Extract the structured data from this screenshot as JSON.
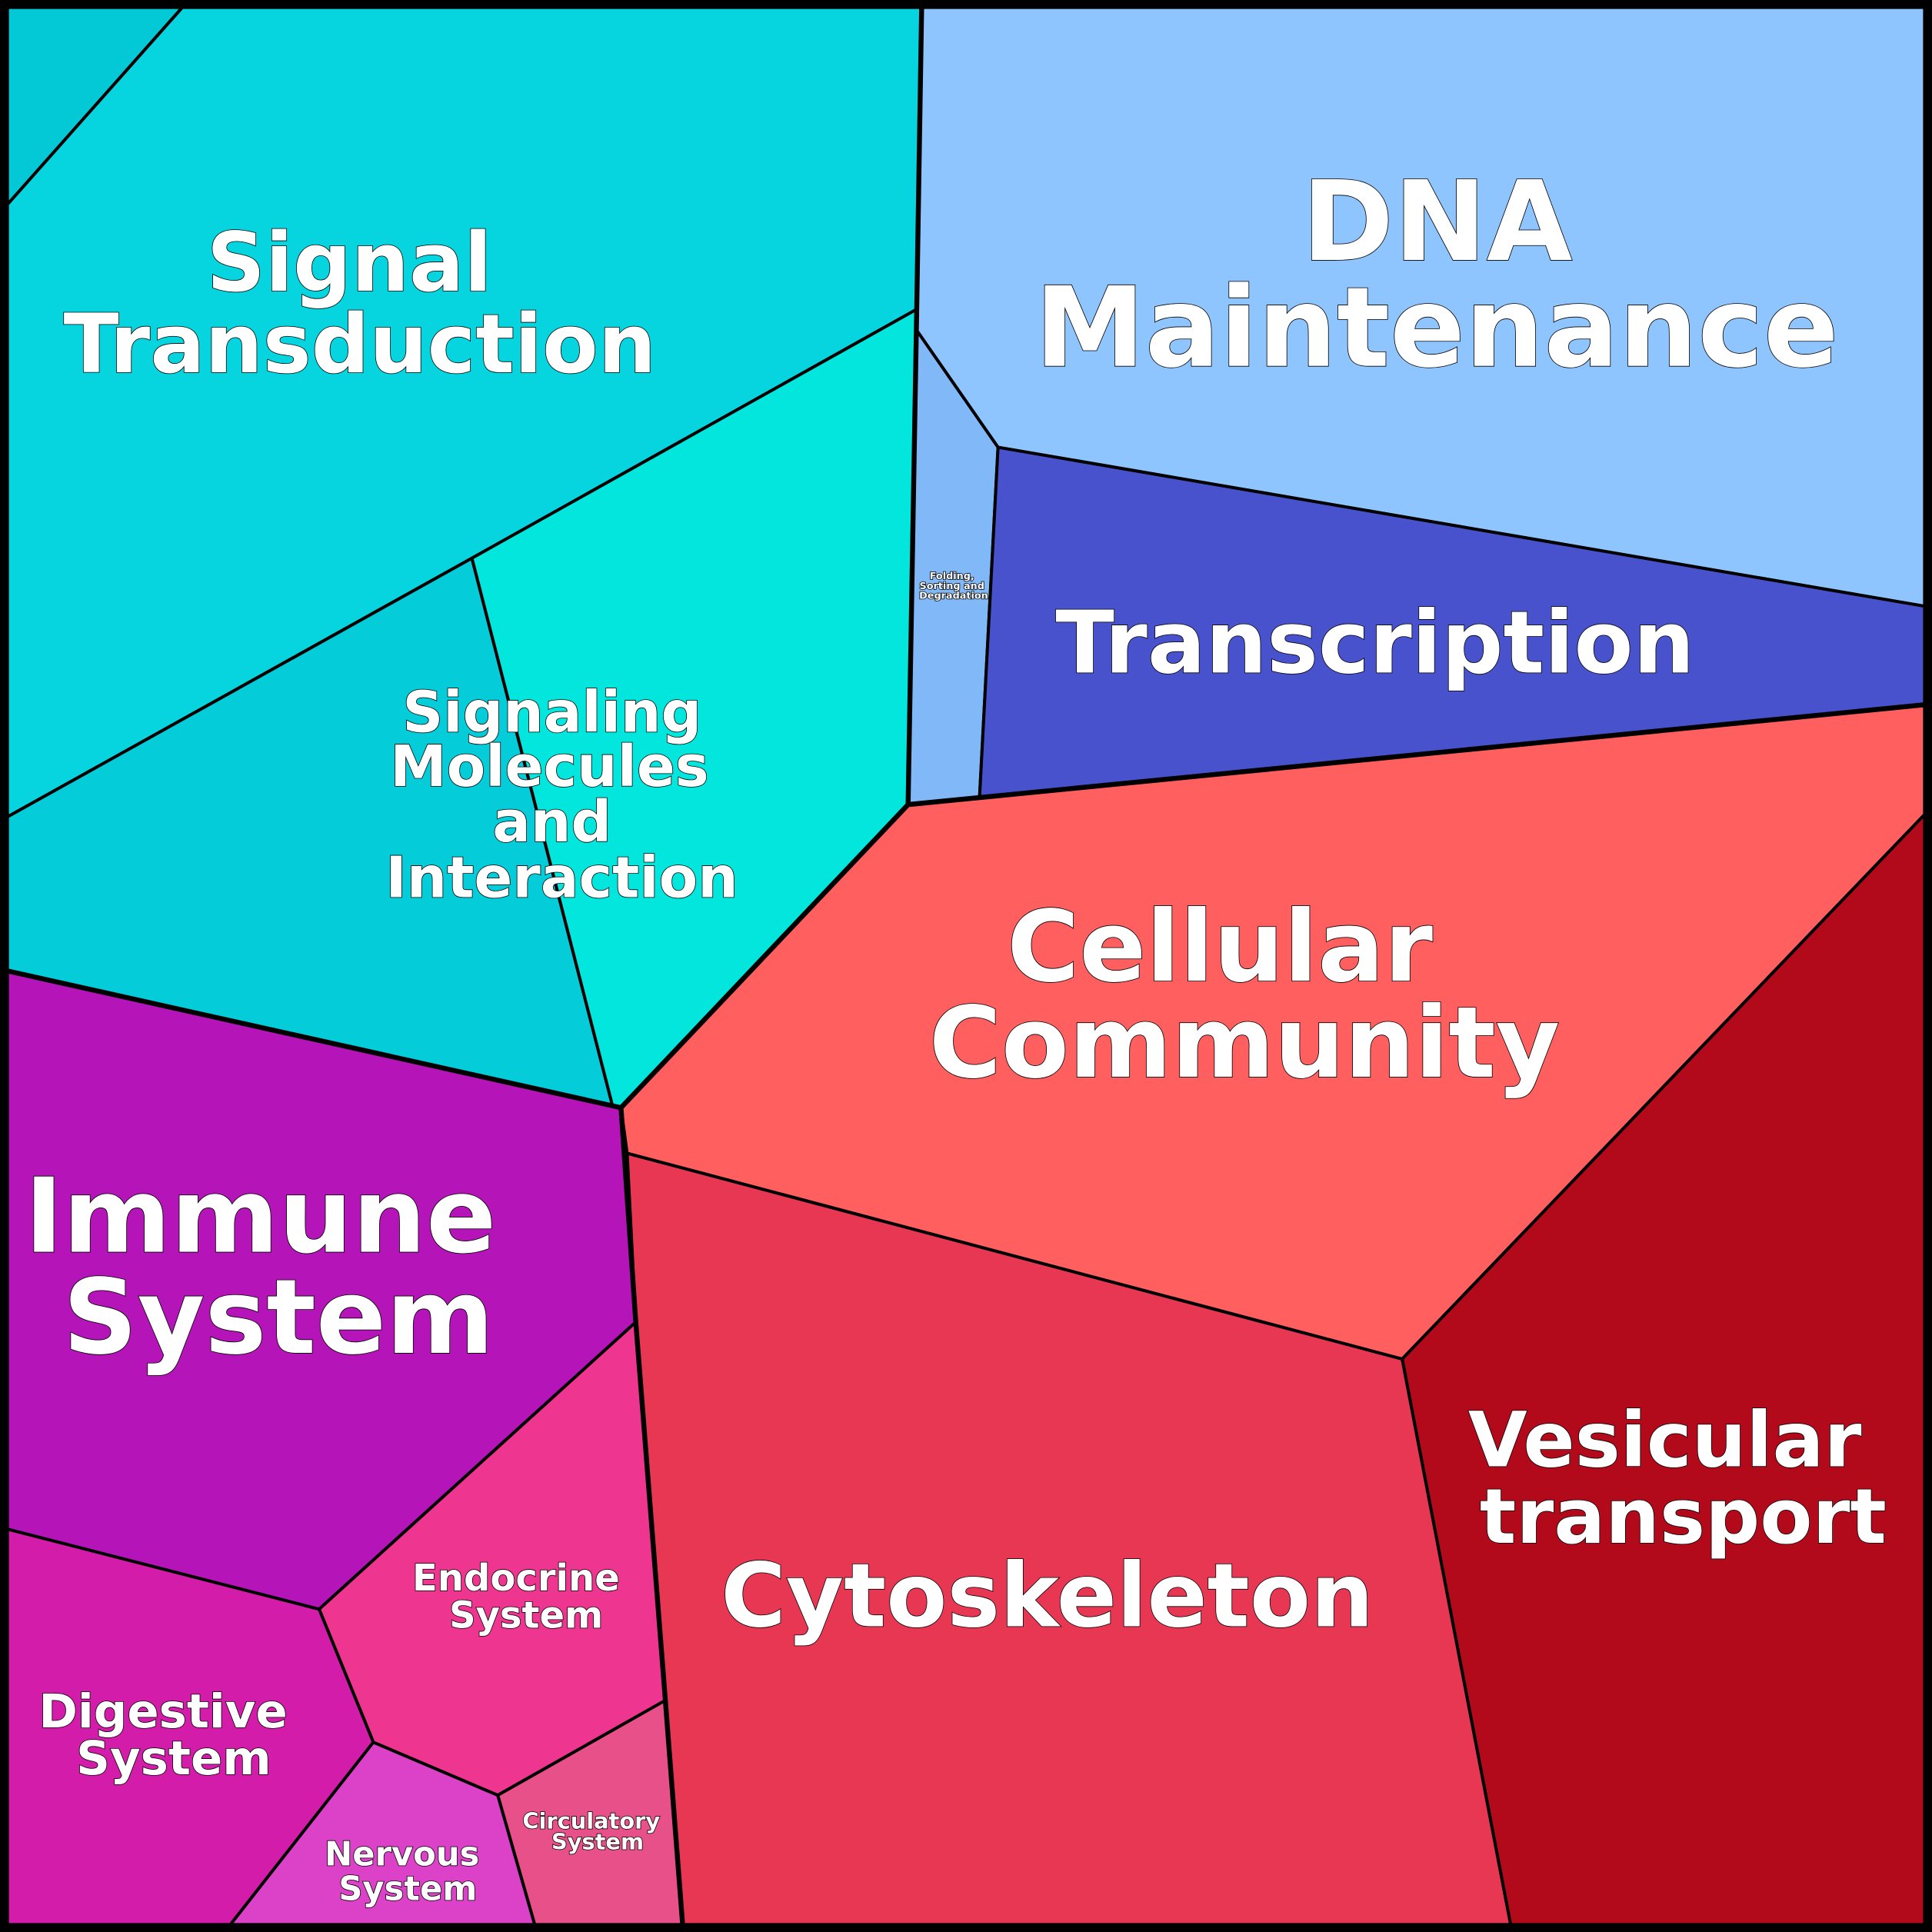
{
  "title": "Pathway Voronoi treemap",
  "cells": {
    "corner": {
      "color": "#03c8d6"
    },
    "signal_transduction": {
      "lines": [
        "Signal",
        "Transduction"
      ],
      "color": "#06d5e0"
    },
    "signaling_left": {
      "color": "#04ccd9"
    },
    "signaling_right": {
      "color": "#02e6de"
    },
    "signaling_molecules": {
      "lines": [
        "Signaling",
        "Molecules",
        "and",
        "Interaction"
      ]
    },
    "folding": {
      "lines": [
        "Folding,",
        "Sorting and",
        "Degradation"
      ],
      "color": "#80b8f8"
    },
    "dna_maintenance": {
      "lines": [
        "DNA",
        "Maintenance"
      ],
      "color": "#8fc5ff"
    },
    "transcription": {
      "lines": [
        "Transcription"
      ],
      "color": "#4752cc"
    },
    "cellular_community": {
      "lines": [
        "Cellular",
        "Community"
      ],
      "color": "#ff5f5f"
    },
    "vesicular_transport": {
      "lines": [
        "Vesicular",
        "transport"
      ],
      "color": "#b20a1a"
    },
    "cytoskeleton": {
      "lines": [
        "Cytoskeleton"
      ],
      "color": "#e83752"
    },
    "immune_system": {
      "lines": [
        "Immune",
        "System"
      ],
      "color": "#b414b8"
    },
    "endocrine_system": {
      "lines": [
        "Endocrine",
        "System"
      ],
      "color": "#ee3590"
    },
    "digestive_system": {
      "lines": [
        "Digestive",
        "System"
      ],
      "color": "#d41caa"
    },
    "nervous_system": {
      "lines": [
        "Nervous",
        "System"
      ],
      "color": "#dc42c8"
    },
    "circulatory_system": {
      "lines": [
        "Circulatory",
        "System"
      ],
      "color": "#e8508a"
    }
  }
}
